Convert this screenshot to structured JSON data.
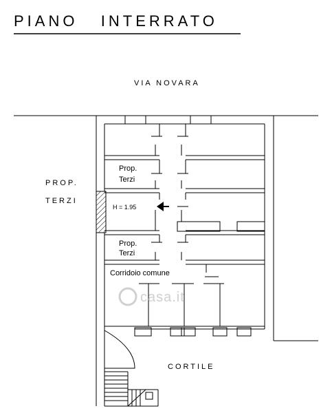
{
  "title": "PIANO   INTERRATO",
  "labels": {
    "street": "VIA NOVARA",
    "neighbour_line1": "PROP.",
    "neighbour_line2": "TERZI",
    "room_a_line1": "Prop.",
    "room_a_line2": "Terzi",
    "room_b_line1": "Prop.",
    "room_b_line2": "Terzi",
    "height": "H = 1.95",
    "corridor": "Corridoio comune",
    "courtyard": "CORTILE"
  },
  "watermark": "casa.it",
  "colors": {
    "line": "#000000",
    "watermark": "#c8c8c8"
  }
}
